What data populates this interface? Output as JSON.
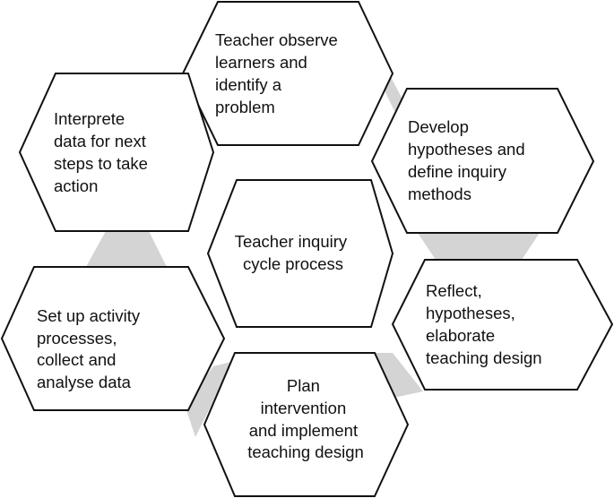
{
  "diagram": {
    "center": {
      "lines": [
        "Teacher inquiry",
        "cycle process"
      ]
    },
    "steps": [
      {
        "id": "observe",
        "lines": [
          "Teacher observe",
          "learners and",
          "identify a",
          "problem"
        ]
      },
      {
        "id": "develop",
        "lines": [
          "Develop",
          "hypotheses and",
          "define inquiry",
          "methods"
        ]
      },
      {
        "id": "reflect",
        "lines": [
          "Reflect,",
          "hypotheses,",
          "elaborate",
          "teaching design"
        ]
      },
      {
        "id": "plan",
        "lines": [
          "Plan",
          "intervention",
          "and implement",
          "teaching design"
        ]
      },
      {
        "id": "setup",
        "lines": [
          "Set up activity",
          "processes,",
          "collect and",
          "analyse data"
        ]
      },
      {
        "id": "interpret",
        "lines": [
          "Interprete",
          "data for next",
          "steps to take",
          "action"
        ]
      }
    ]
  }
}
